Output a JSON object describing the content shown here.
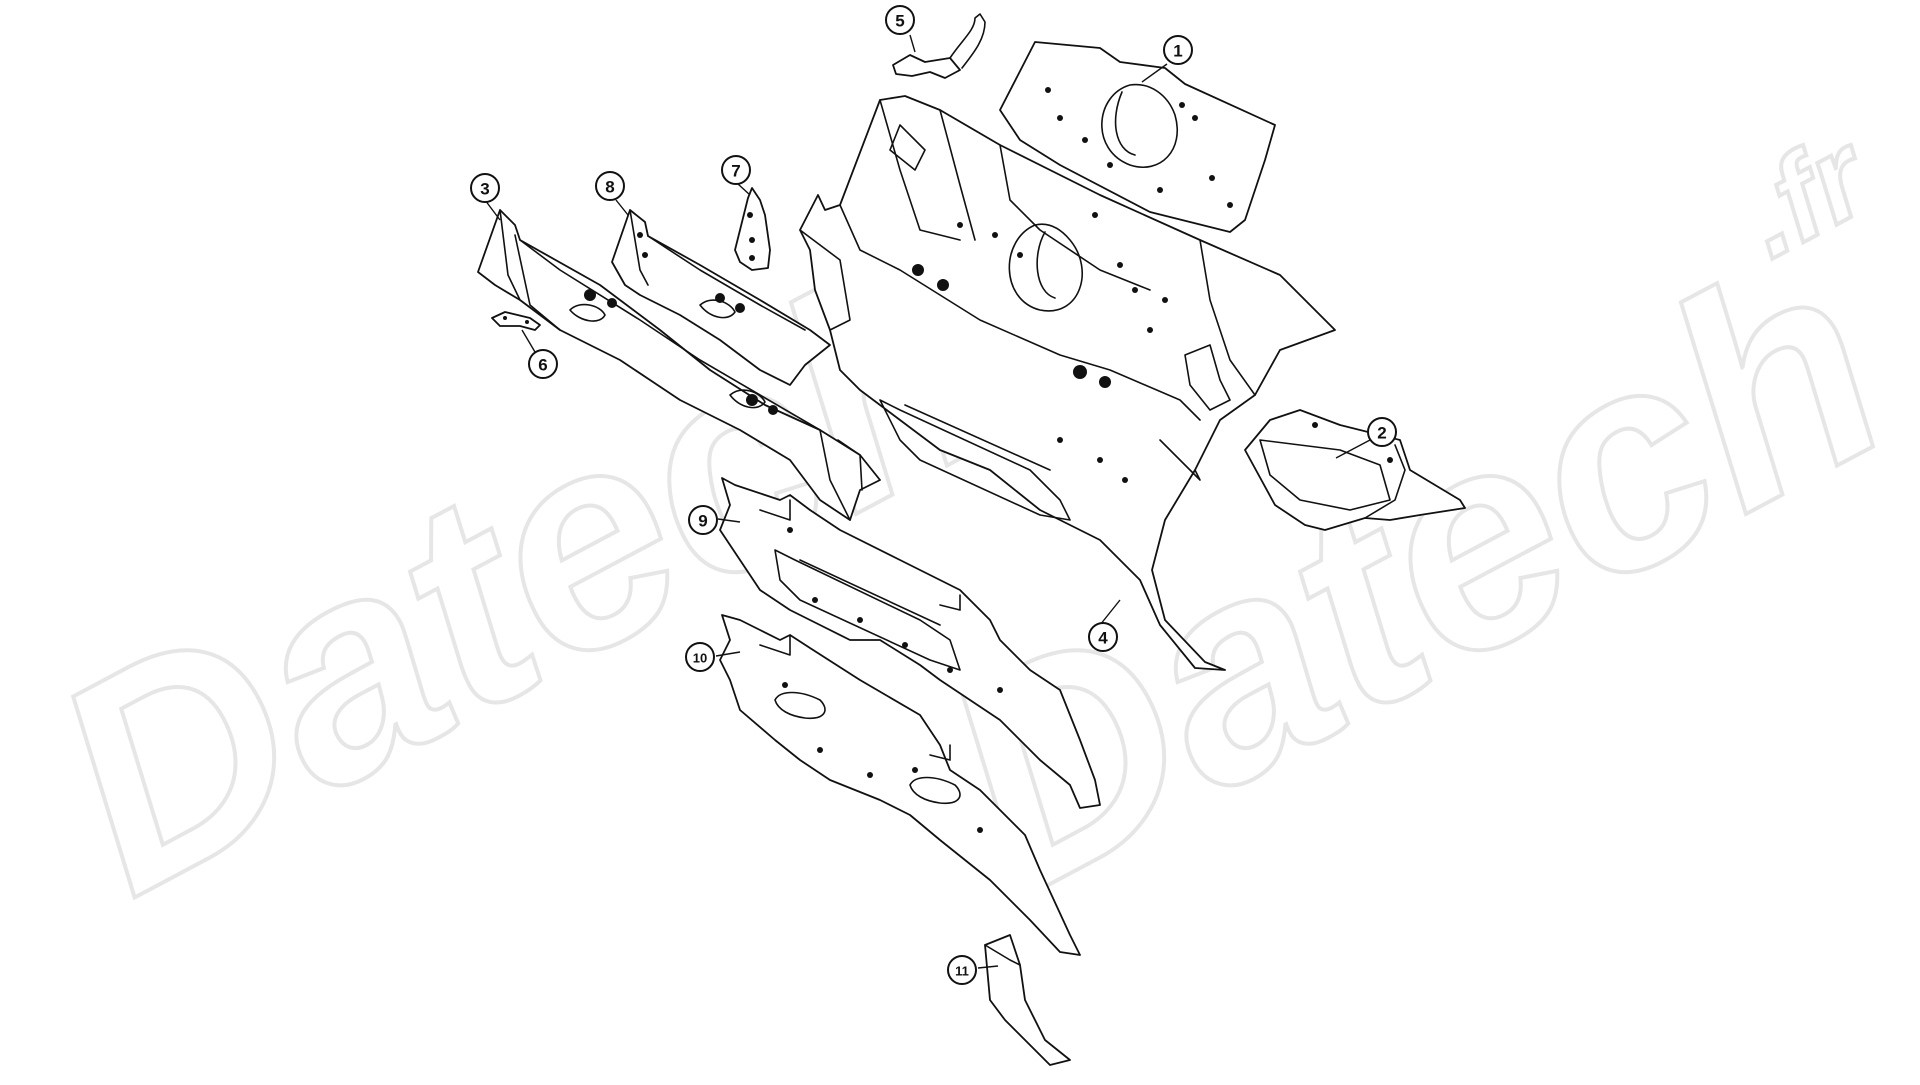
{
  "watermark": {
    "text": "Datech",
    "suffix": ".fr"
  },
  "callouts": [
    {
      "id": "1",
      "label": "1"
    },
    {
      "id": "2",
      "label": "2"
    },
    {
      "id": "3",
      "label": "3"
    },
    {
      "id": "4",
      "label": "4"
    },
    {
      "id": "5",
      "label": "5"
    },
    {
      "id": "6",
      "label": "6"
    },
    {
      "id": "7",
      "label": "7"
    },
    {
      "id": "8",
      "label": "8"
    },
    {
      "id": "9",
      "label": "9"
    },
    {
      "id": "10",
      "label": "10"
    },
    {
      "id": "11",
      "label": "11"
    }
  ]
}
